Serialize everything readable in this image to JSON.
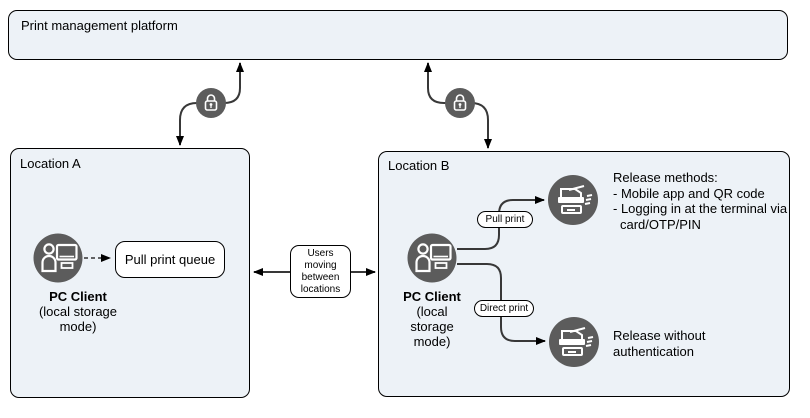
{
  "platform": {
    "title": "Print management platform"
  },
  "connections": {
    "users_label": "Users\nmoving\nbetween\nlocations",
    "lock_icon_name": "secure-encrypted-link-lock-icon"
  },
  "location_a": {
    "title": "Location A",
    "pc_client": {
      "name": "PC Client",
      "mode": "(local storage\nmode)"
    },
    "queue_label": "Pull print queue"
  },
  "location_b": {
    "title": "Location B",
    "pc_client": {
      "name": "PC Client",
      "mode": "(local\nstorage\nmode)"
    },
    "pull_print_label": "Pull print",
    "direct_print_label": "Direct print",
    "release_methods": {
      "lines": [
        "Release methods:",
        "- Mobile app and QR code",
        "- Logging in at the terminal via",
        "card/OTP/PIN"
      ]
    },
    "release_without_auth": "Release without\nauthentication"
  },
  "icons": {
    "lock": "lock-icon",
    "pc_client": "pc-client-icon",
    "printer": "mfp-printer-icon"
  },
  "colors": {
    "box_fill": "#edf2f7",
    "icon_circle": "#5c5c5c",
    "border": "#000000",
    "connector": "#383838",
    "icon_glyph": "#ffffff"
  }
}
